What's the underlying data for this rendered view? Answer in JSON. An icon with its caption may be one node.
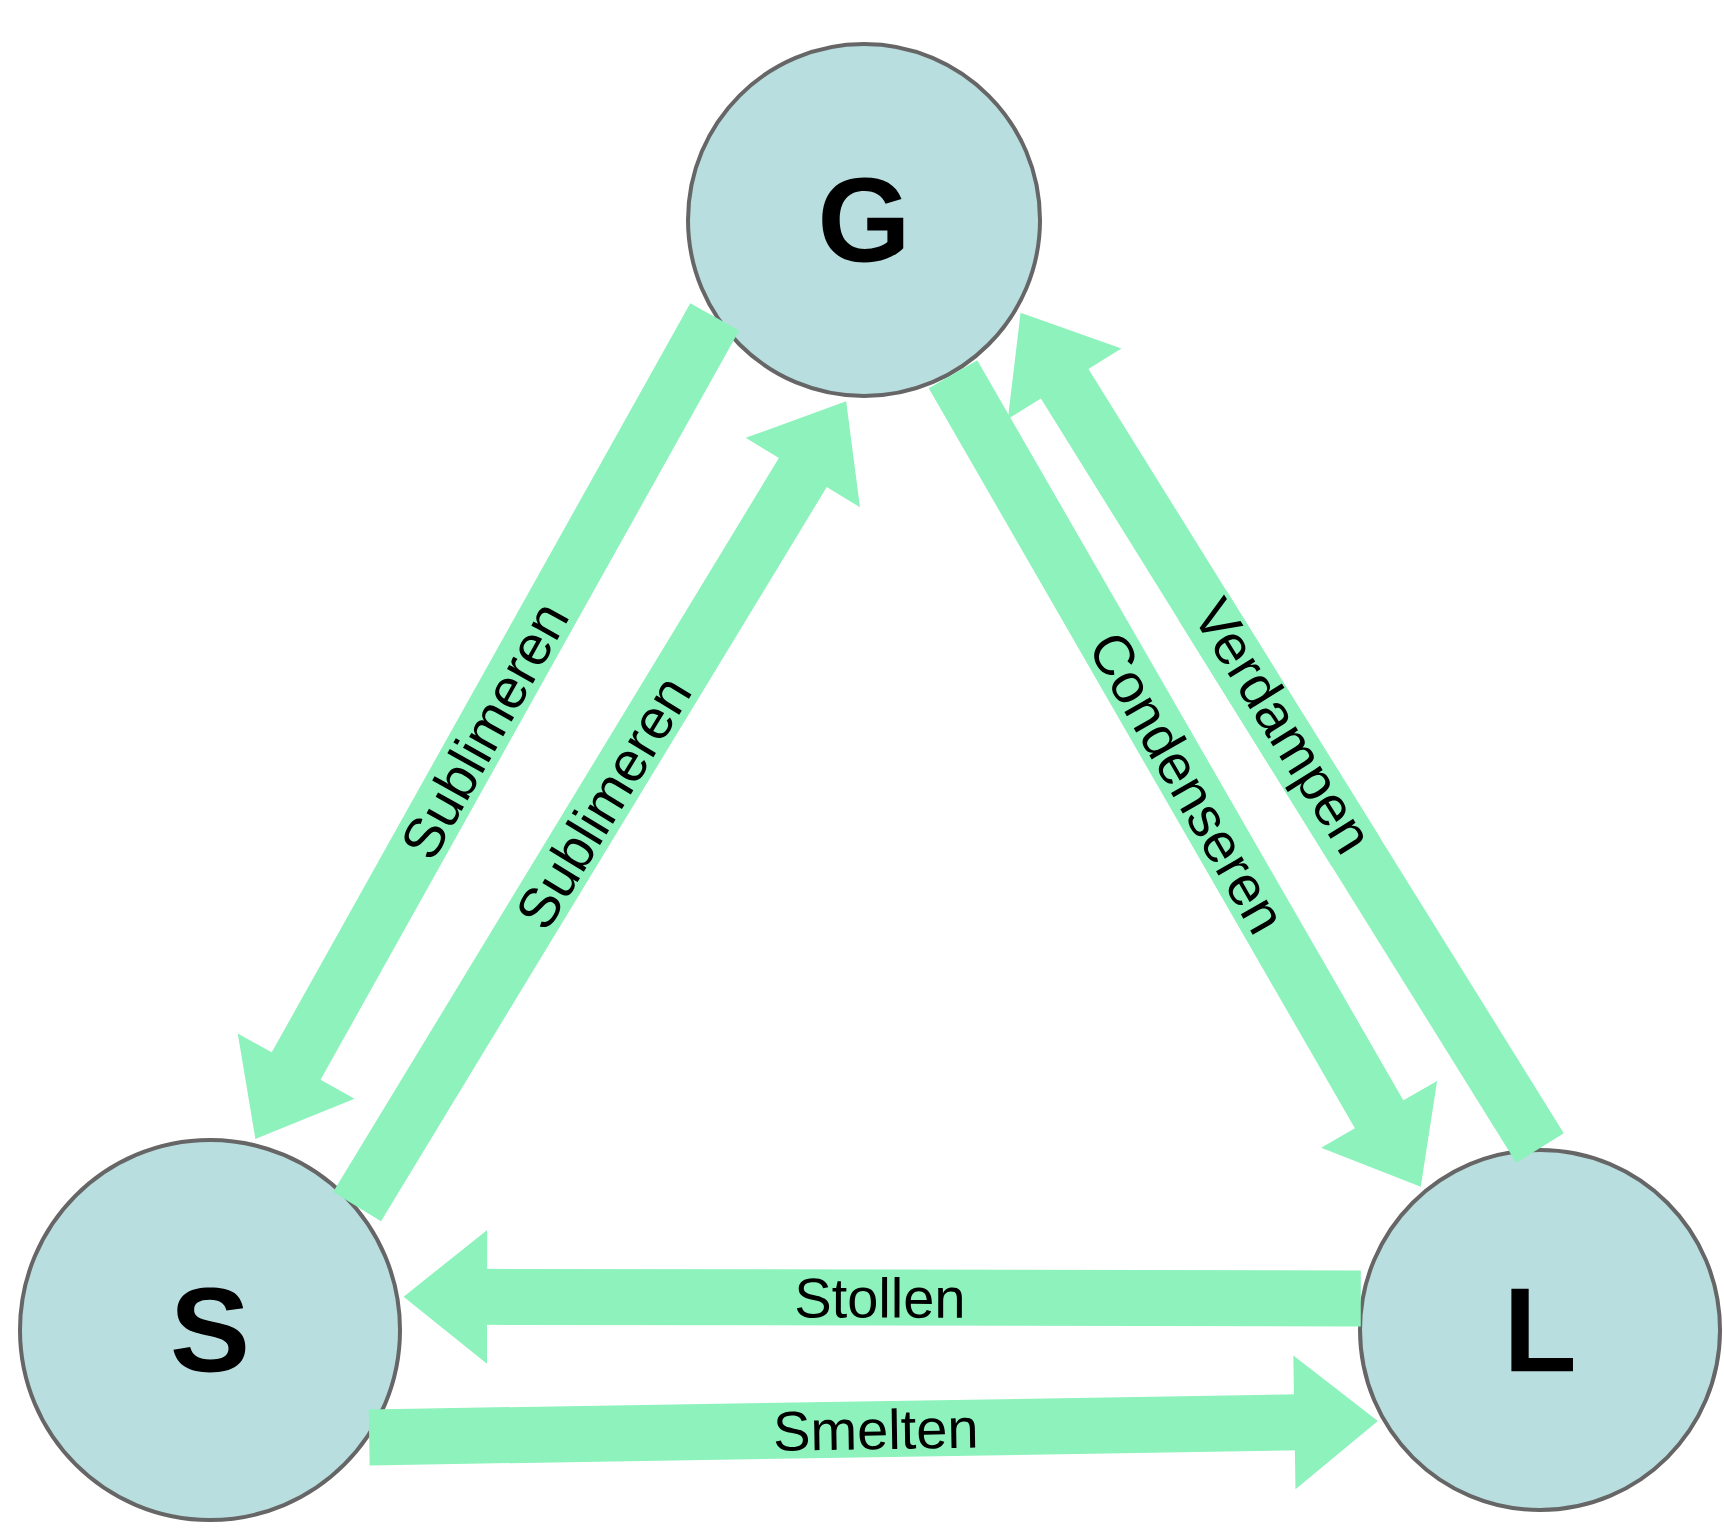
{
  "diagram": {
    "nodes": [
      {
        "text": [
          "G"
        ]
      },
      {
        "text": [
          "S"
        ]
      },
      {
        "text": [
          "L"
        ]
      }
    ],
    "edges": [
      {
        "from": 0,
        "to": 1,
        "arrow": "to",
        "label": "Sublimeren"
      },
      {
        "from": 1,
        "to": 0,
        "arrow": "to",
        "label": "Sublimeren"
      },
      {
        "from": 0,
        "to": 2,
        "arrow": "to",
        "label": "Condenseren"
      },
      {
        "from": 2,
        "to": 0,
        "arrow": "to",
        "label": "Verdampen"
      },
      {
        "from": 2,
        "to": 1,
        "arrow": "to",
        "label": "Stollen"
      },
      {
        "from": 1,
        "to": 2,
        "arrow": "to",
        "label": "Smelten"
      }
    ]
  }
}
